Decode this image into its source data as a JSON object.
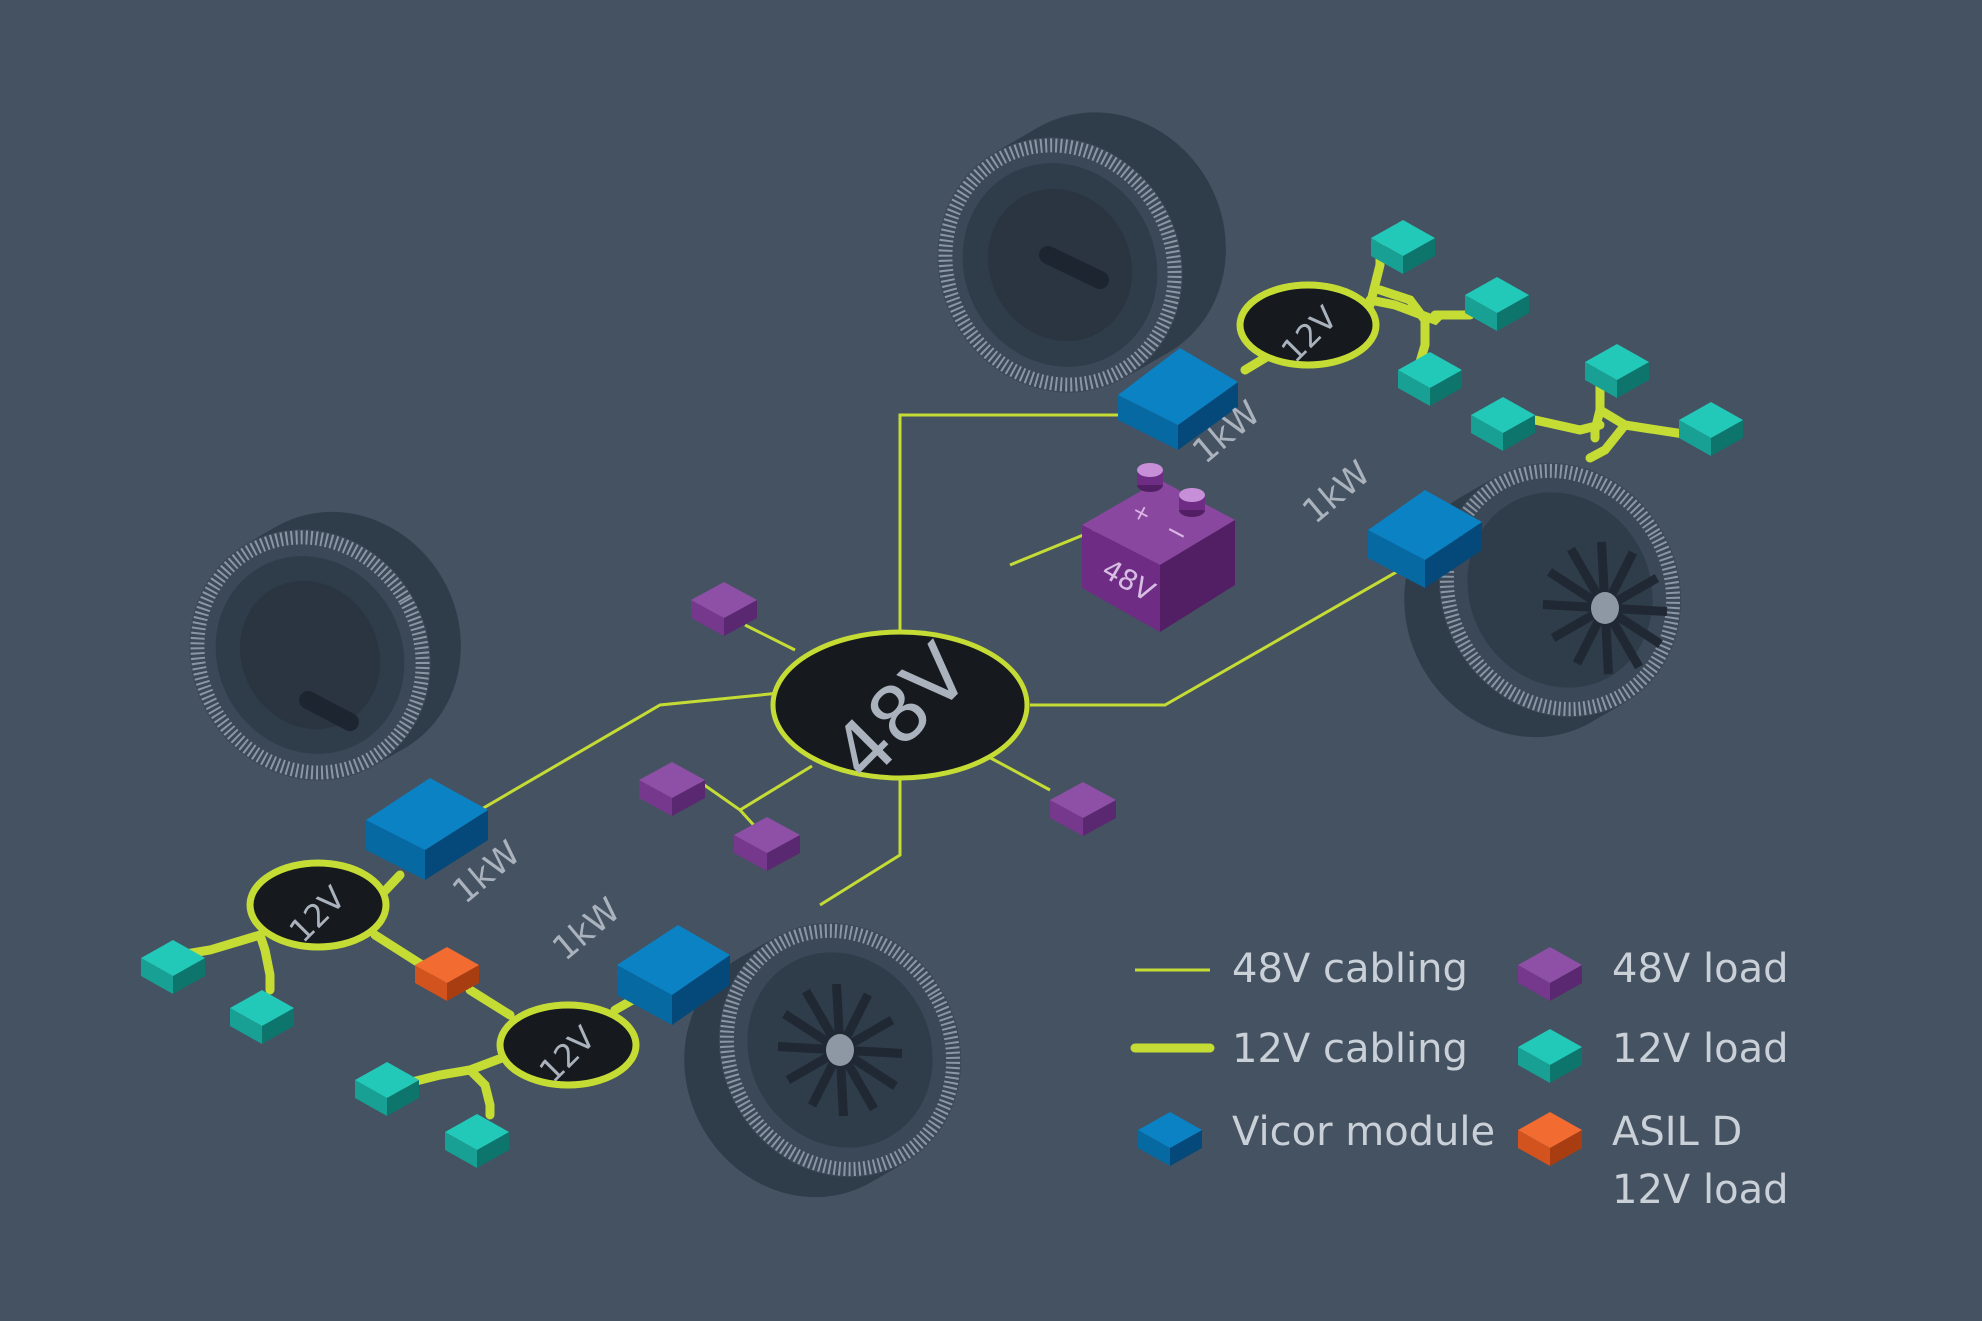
{
  "colors": {
    "background": "#455261",
    "cable": "#c5dc35",
    "hub_fill": "#16191d",
    "module_top": "#0a82c4",
    "module_left": "#0669a2",
    "module_right": "#04497a",
    "load48_top": "#8e4fa6",
    "load48_left": "#75388c",
    "load48_right": "#5a2870",
    "load12_top": "#22c9b8",
    "load12_left": "#17a093",
    "load12_right": "#0e756c",
    "asil_top": "#f26b30",
    "asil_left": "#d2531d",
    "asil_right": "#a93d12",
    "tire": "#2f3c4a",
    "tire_face": "#3b4857",
    "label_grey": "#aab3bd",
    "battery_top": "#8a47a0",
    "battery_left": "#6e2c84",
    "battery_right": "#521f64"
  },
  "labels": {
    "hub_main": "48V",
    "hub_12v_front": "12V",
    "hub_12v_left": "12V",
    "hub_12v_bottom": "12V",
    "battery": "48V",
    "battery_plus": "+",
    "battery_minus": "−",
    "power_top": "1kW",
    "power_right": "1kW",
    "power_left": "1kW",
    "power_bottom": "1kW"
  },
  "legend": {
    "cable48": "48V cabling",
    "cable12": "12V cabling",
    "module": "Vicor module",
    "load48": "48V load",
    "load12": "12V load",
    "asil_line1": "ASIL D",
    "asil_line2": "12V load"
  }
}
